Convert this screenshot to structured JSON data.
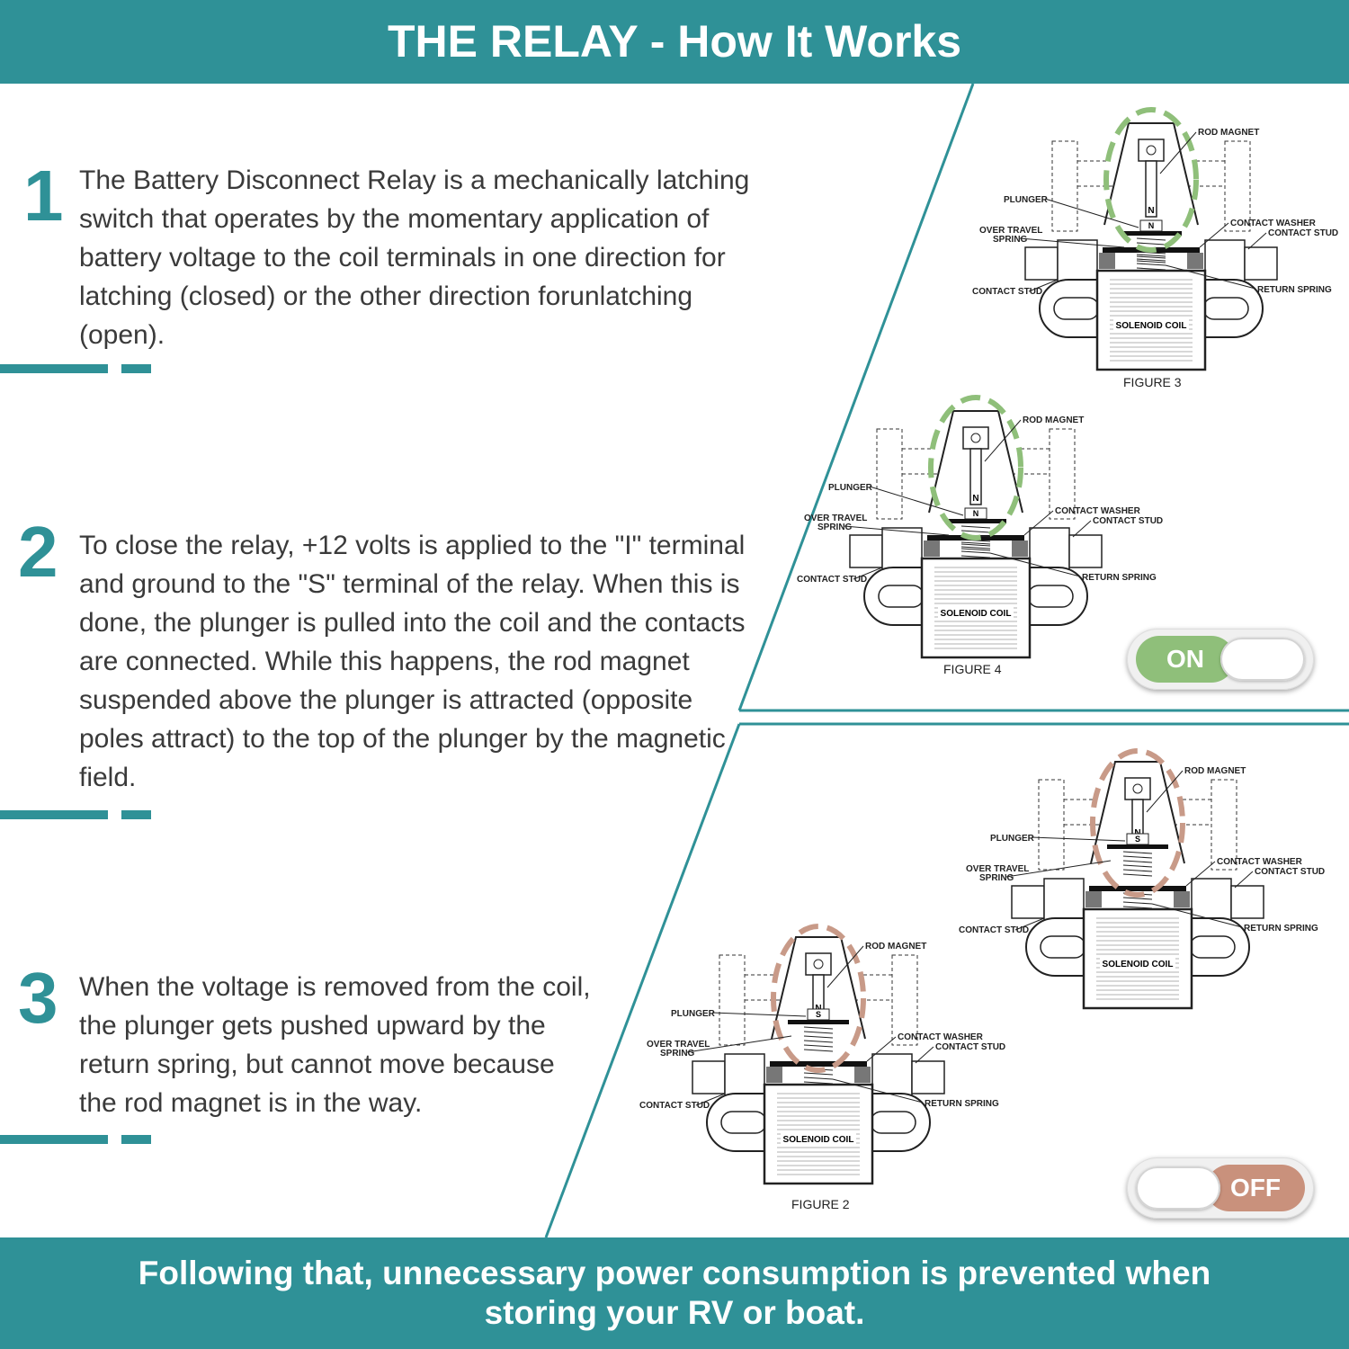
{
  "header": {
    "title": "THE RELAY - How It Works"
  },
  "steps": [
    {
      "number": "1",
      "text": "The Battery Disconnect Relay is a mechanically latching switch that operates by the momentary application of battery voltage to the coil terminals in one direction for latching (closed) or the other direction forunlatching (open)."
    },
    {
      "number": "2",
      "text": "To close the relay, +12 volts is applied to the \"I\" terminal and ground to the \"S\" terminal of the relay. When this is done, the plunger is pulled into the coil and the contacts are connected. While this happens, the rod magnet suspended above the plunger is attracted (opposite poles attract) to the top of the plunger by the magnetic field."
    },
    {
      "number": "3",
      "text": "When the voltage is removed from the coil, the plunger gets pushed upward by the return spring, but cannot move because the rod magnet is in the way."
    }
  ],
  "diagram_labels": {
    "rod_magnet": "ROD MAGNET",
    "plunger": "PLUNGER",
    "over_travel_spring": "OVER TRAVEL SPRING",
    "contact_washer": "CONTACT WASHER",
    "contact_stud": "CONTACT STUD",
    "return_spring": "RETURN SPRING",
    "solenoid_coil": "SOLENOID COIL",
    "pole_n": "N",
    "pole_s": "S"
  },
  "figures": [
    {
      "caption": "FIGURE 3",
      "highlight_color": "#8fbf7a"
    },
    {
      "caption": "FIGURE 4",
      "highlight_color": "#8fbf7a"
    },
    {
      "caption": "",
      "highlight_color": "#c89a88"
    },
    {
      "caption": "FIGURE 2",
      "highlight_color": "#c89a88"
    }
  ],
  "toggles": {
    "on": {
      "label": "ON",
      "color": "#8fbf7a"
    },
    "off": {
      "label": "OFF",
      "color": "#c9917c"
    }
  },
  "footer": {
    "text": "Following that, unnecessary power consumption is prevented when storing your RV or boat."
  },
  "colors": {
    "teal": "#2f9197",
    "text": "#3a3a3a"
  }
}
